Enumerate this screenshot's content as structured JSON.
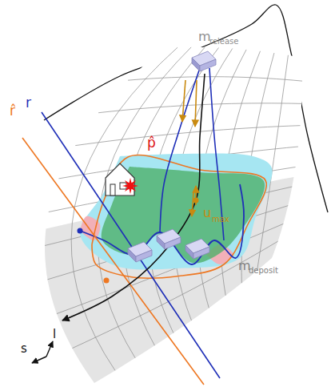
{
  "diagram": {
    "labels": [
      "m",
      "release",
      "r̂",
      "r",
      "p̂",
      "u",
      "max",
      "m",
      "deposit",
      "l",
      "s"
    ]
  }
}
